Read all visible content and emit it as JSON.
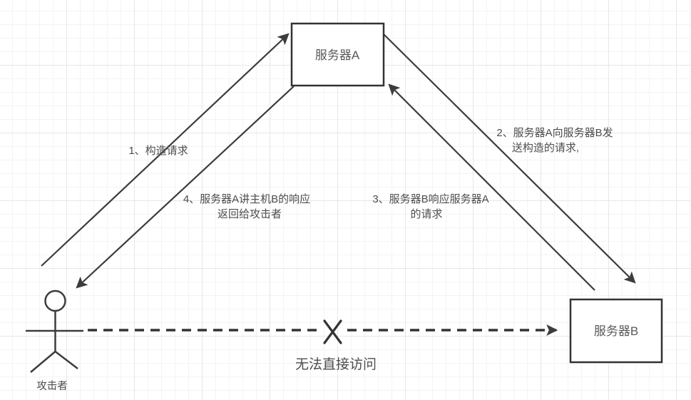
{
  "diagram": {
    "nodes": {
      "server_a": {
        "label": "服务器A"
      },
      "server_b": {
        "label": "服务器B"
      },
      "attacker": {
        "label": "攻击者"
      }
    },
    "steps": {
      "step1": {
        "label": "1、构造请求"
      },
      "step2": {
        "line1": "2、服务器A向服务器B发",
        "line2": "送构造的请求,"
      },
      "step3": {
        "line1": "3、服务器B响应服务器A",
        "line2": "的请求"
      },
      "step4": {
        "line1": "4、服务器A讲主机B的响应",
        "line2": "返回给攻击者"
      }
    },
    "blocked_path": {
      "label": "无法直接访问"
    },
    "colors": {
      "line": "#3c3c3c",
      "box_border": "#333333",
      "text": "#4d4d4d",
      "grid_minor": "#f4f4f4",
      "grid_major": "#e7e7e7",
      "background": "#ffffff"
    }
  }
}
